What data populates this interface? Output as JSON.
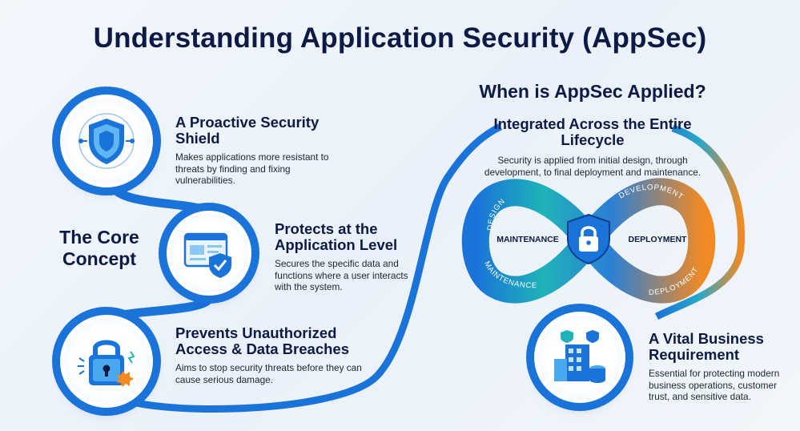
{
  "header": {
    "title": "Understanding Application Security (AppSec)"
  },
  "core": {
    "title": "The Core Concept",
    "cards": [
      {
        "title": "A Proactive Security Shield",
        "desc": "Makes applications more resistant to threats by finding and fixing vulnerabilities."
      },
      {
        "title": "Protects at the Application Level",
        "desc": "Secures the specific data and functions where a user interacts with the system."
      },
      {
        "title": "Prevents Unauthorized Access & Data Breaches",
        "desc": "Aims to stop security threats before they can cause serious damage."
      }
    ]
  },
  "when": {
    "title": "When is AppSec Applied?",
    "lifecycle": {
      "title": "Integrated Across the Entire Lifecycle",
      "desc": "Security is applied from initial design, through development, to final deployment and maintenance.",
      "outer_labels": {
        "design": "DESIGN",
        "development": "DEVELOPMENT",
        "maintenance": "MAINTENANCE",
        "deployment": "DEPLOYMENT"
      },
      "inner_labels": {
        "left": "MAINTENANCE",
        "right": "DEPLOYMENT"
      }
    },
    "business": {
      "title": "A Vital Business Requirement",
      "desc": "Essential for protecting modern business operations, customer trust, and sensitive data."
    }
  },
  "colors": {
    "blue": "#1a73d9",
    "teal": "#1fb3b8",
    "orange": "#f08a24",
    "navy": "#0c1a45"
  },
  "icons": [
    "shield-circuit-icon",
    "browser-shield-icon",
    "padlock-alert-icon",
    "shield-lock-icon",
    "office-building-icon"
  ]
}
